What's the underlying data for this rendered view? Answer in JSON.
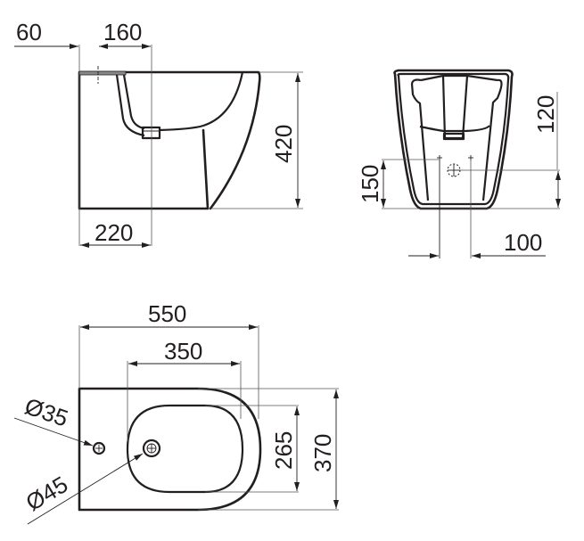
{
  "drawing": {
    "subject": "bidet",
    "units": "mm",
    "line_color": "#231f20",
    "background": "#ffffff"
  },
  "side_view": {
    "dimensions": {
      "wall_to_inlet": "60",
      "inlet_to_outlet": "160",
      "outlet_from_wall": "220",
      "height": "420"
    }
  },
  "rear_view": {
    "dimensions": {
      "outlet_height": "150",
      "fixing_height": "120",
      "fixing_spacing": "100"
    }
  },
  "top_view": {
    "dimensions": {
      "overall_length": "550",
      "bowl_length": "350",
      "bowl_width": "265",
      "overall_width": "370",
      "tap_hole_diameter": "Ø35",
      "drain_hole_diameter": "Ø45"
    }
  }
}
